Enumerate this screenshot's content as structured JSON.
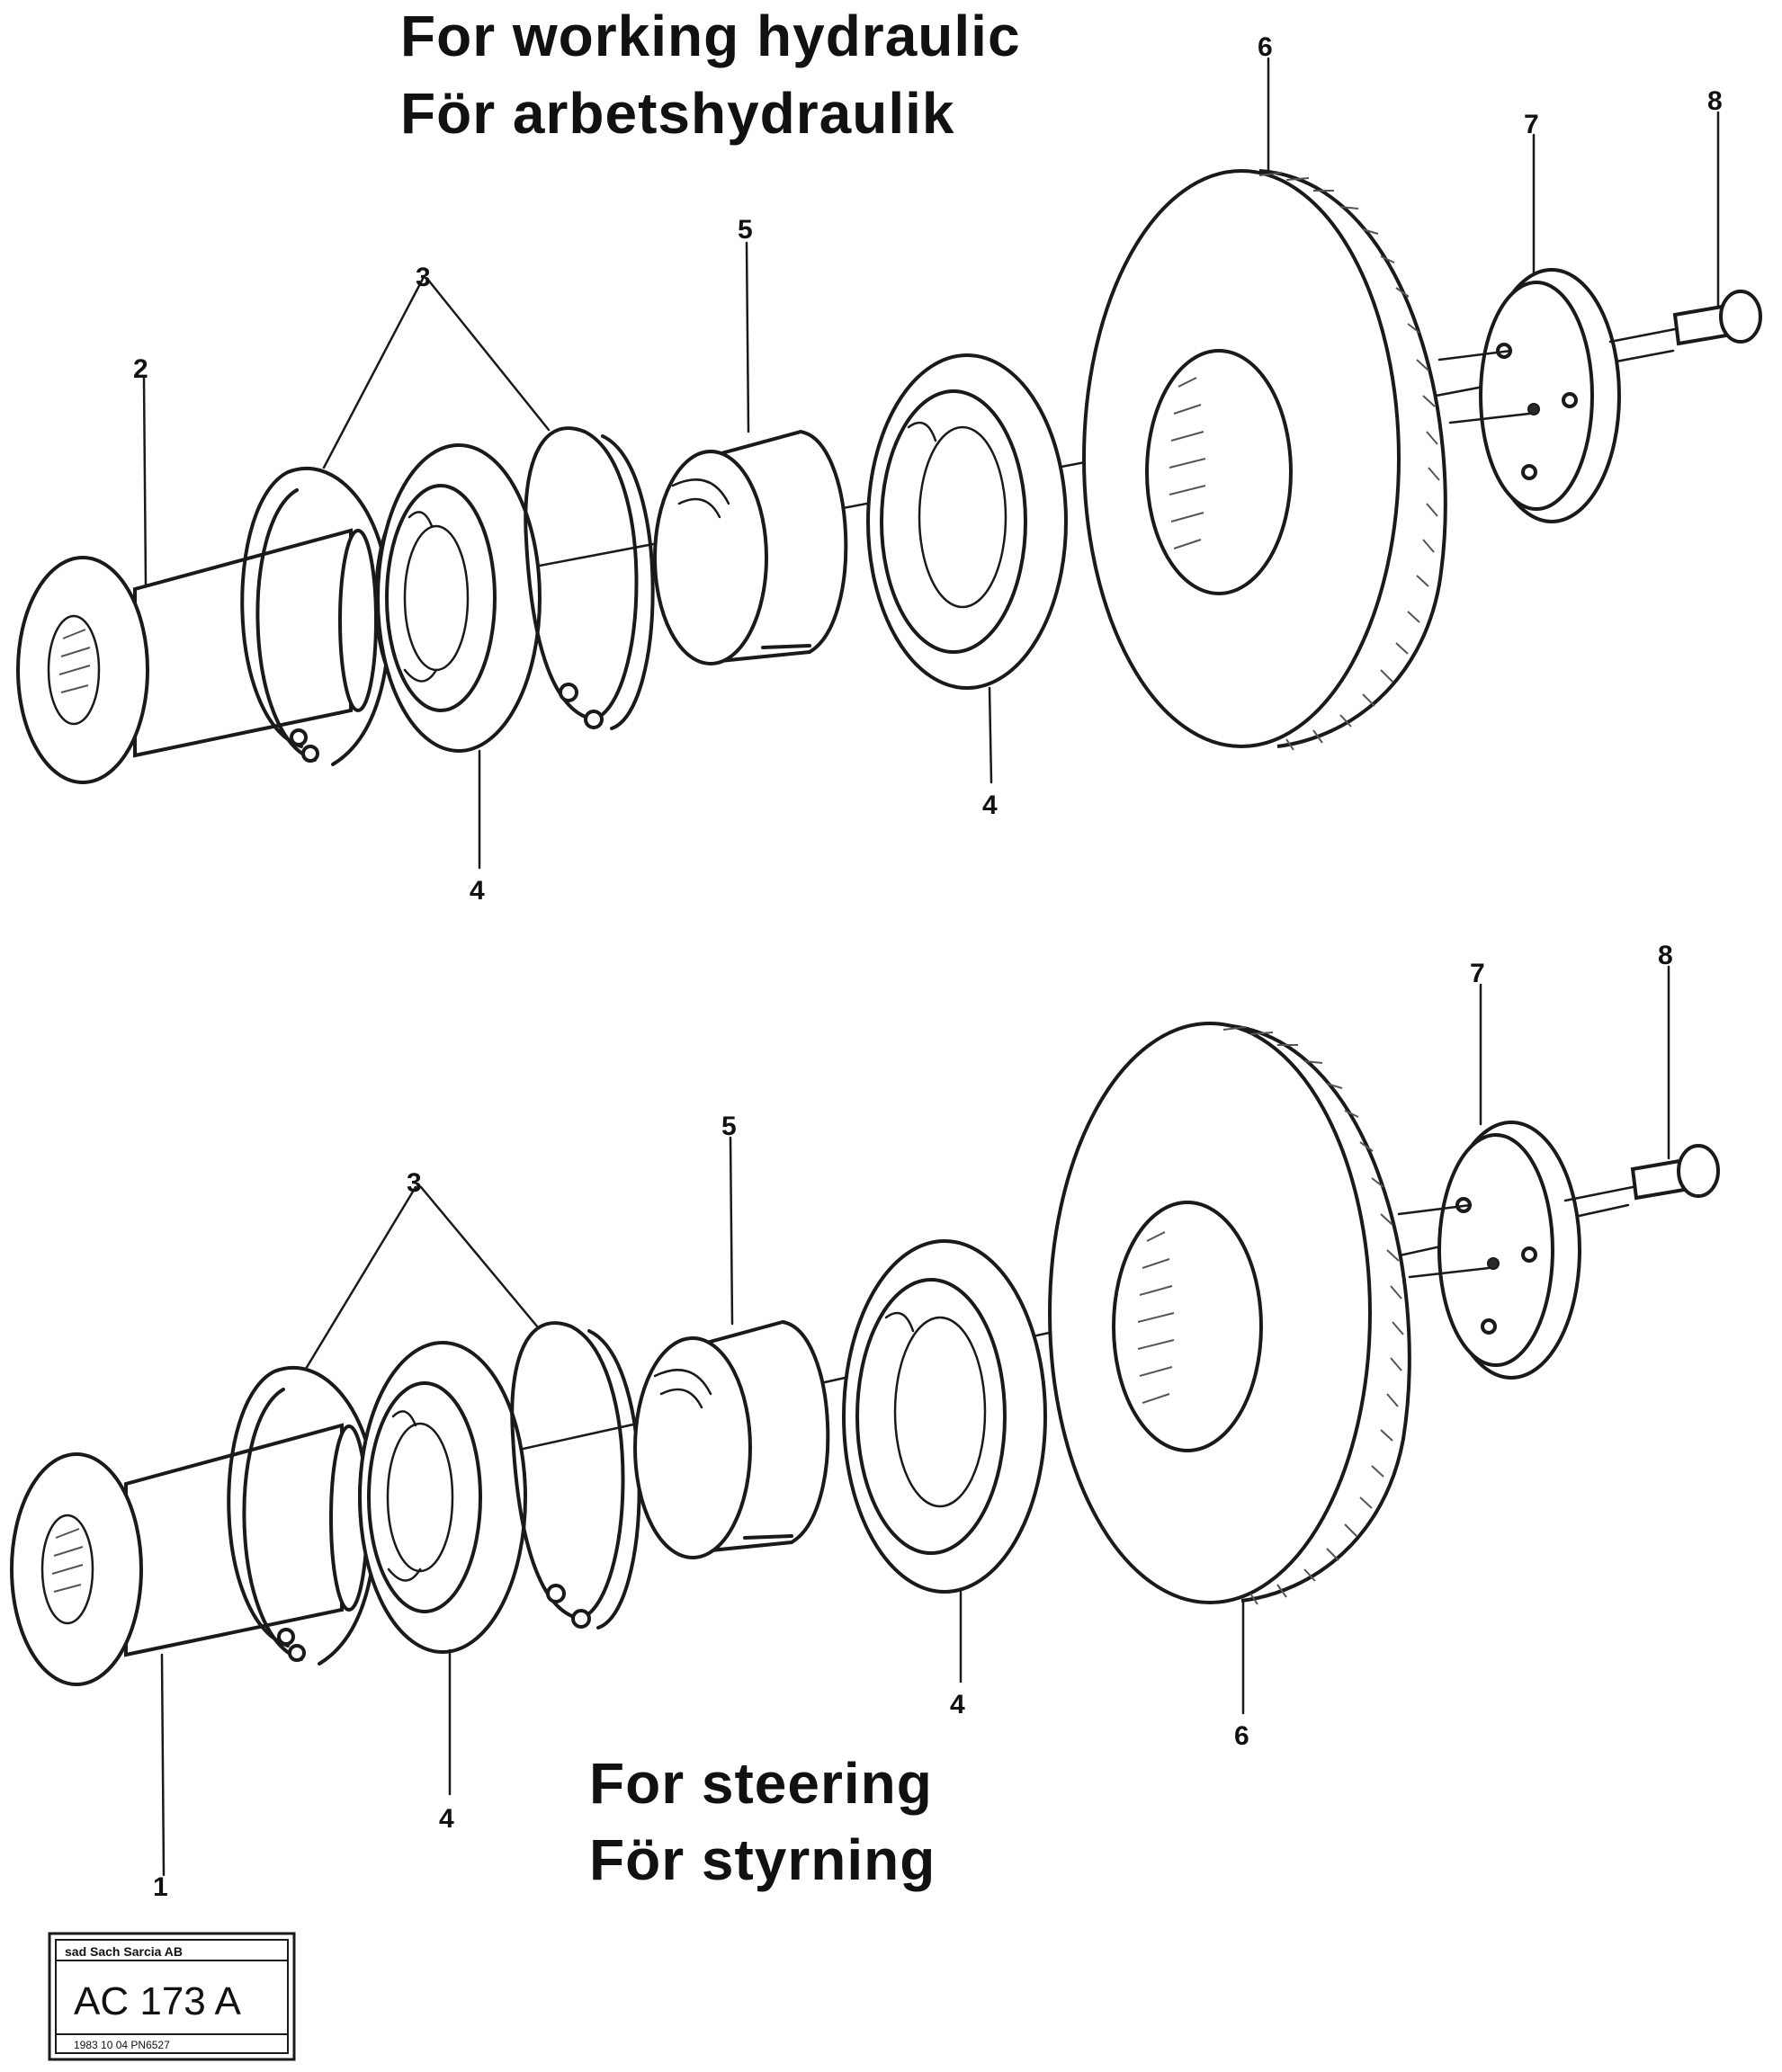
{
  "top_assembly": {
    "heading_line1": "For working hydraulic",
    "heading_line2": "För arbetshydraulik",
    "callouts": {
      "c1": "2",
      "c2": "3",
      "c3": "4",
      "c4": "5",
      "c5": "4",
      "c6": "6",
      "c7": "7",
      "c8": "8"
    }
  },
  "bottom_assembly": {
    "heading_line1": "For steering",
    "heading_line2": "För styrning",
    "callouts": {
      "c1": "1",
      "c2": "3",
      "c3": "4",
      "c4": "5",
      "c5": "4",
      "c6": "6",
      "c7": "7",
      "c8": "8"
    }
  },
  "stamp": {
    "top_text": "sad Sach Sarcia AB",
    "code": "AC 173 A",
    "bottom_text": "1983 10 04 PN6527"
  }
}
